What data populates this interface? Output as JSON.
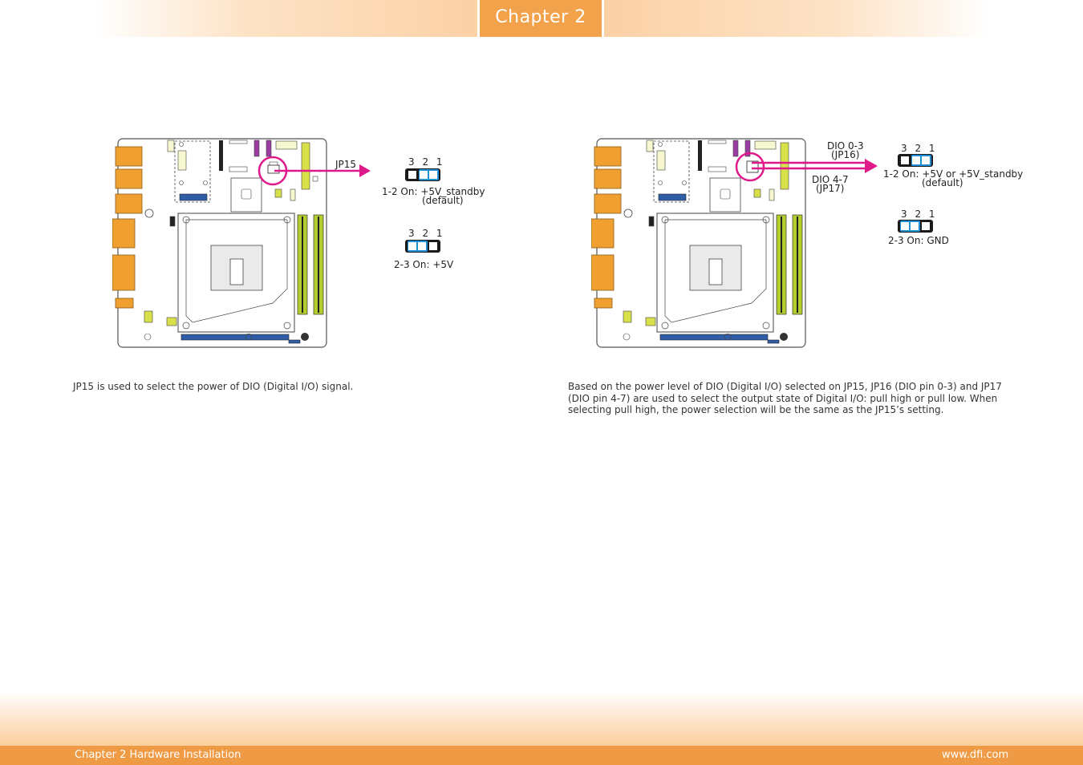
{
  "header": {
    "chapter_label": "Chapter 2"
  },
  "left": {
    "connector_label": "JP15",
    "jumper1": {
      "pins": "3 2 1",
      "line1": "1-2 On: +5V_standby",
      "line2": "(default)"
    },
    "jumper2": {
      "pins": "3 2 1",
      "line1": "2-3 On: +5V"
    },
    "description": "JP15 is used to select the power of DIO (Digital I/O) signal."
  },
  "right": {
    "dio03_line1": "DIO 0-3",
    "dio03_line2": "(JP16)",
    "dio47_line1": "DIO 4-7",
    "dio47_line2": "(JP17)",
    "jumper1": {
      "pins": "3 2 1",
      "line1": "1-2 On: +5V or +5V_standby",
      "line2": "(default)"
    },
    "jumper2": {
      "pins": "3 2 1",
      "line1": "2-3 On: GND"
    },
    "description_lines": [
      "Based on the power level of DIO (Digital I/O) selected on JP15, JP16 (DIO pin 0-3) and JP17",
      "(DIO pin 4-7) are used to select the output state of Digital I/O: pull high or pull low. When",
      "selecting pull high, the power selection will be the same as the JP15’s setting."
    ]
  },
  "footer": {
    "left_text": "Chapter 2 Hardware Installation",
    "right_text": "www.dfi.com"
  },
  "colors": {
    "accent_orange": "#f2a24a",
    "jumper_cap_blue": "#1f8fd6",
    "callout_magenta": "#e0198a",
    "dimm_green": "#b5cc2e",
    "connector_orange": "#f0a030"
  }
}
